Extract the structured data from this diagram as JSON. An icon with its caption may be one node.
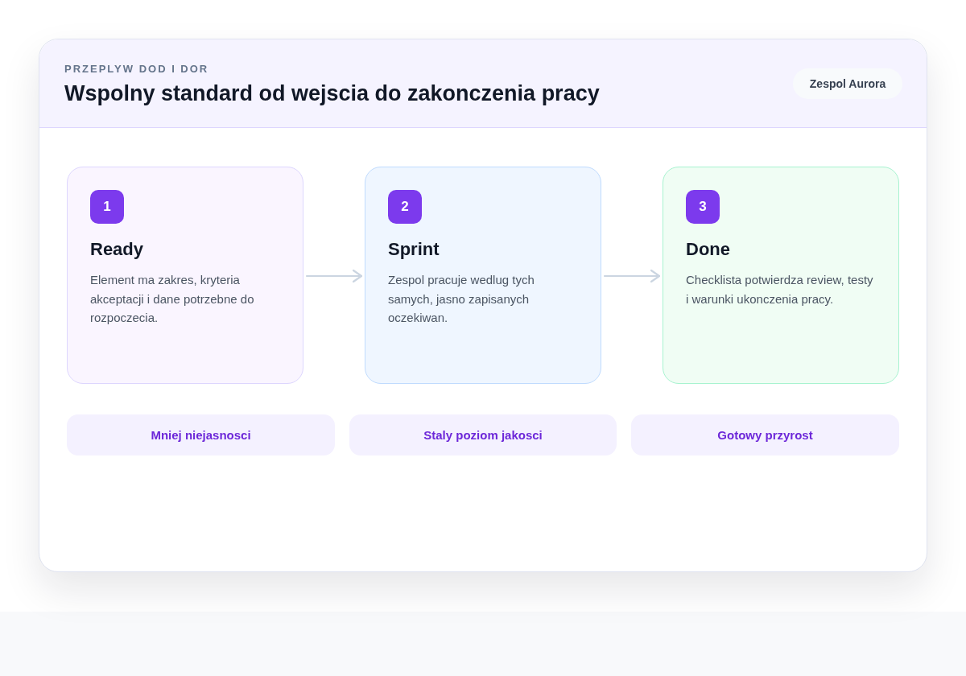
{
  "diagram": {
    "title": "Wspolny standard od wejscia do zakonczenia pracy",
    "nodes": [
      {
        "text": [
          "Zespol Aurora"
        ]
      },
      {
        "text": [
          "Ready",
          "Element ma zakres, kryteria akceptacji i dane potrzebne do rozpoczecia."
        ]
      },
      {
        "text": [
          "1"
        ],
        "in": 1
      },
      {
        "text": [
          "Sprint",
          "Zespol pracuje wedlug tych samych, jasno zapisanych oczekiwan."
        ]
      },
      {
        "text": [
          "2"
        ],
        "in": 3
      },
      {
        "text": [
          "Done",
          "Checklista potwierdza review, testy i warunki ukonczenia pracy."
        ]
      },
      {
        "text": [
          "3"
        ],
        "in": 5
      },
      {
        "text": [
          "Mniej niejasnosci"
        ]
      },
      {
        "text": [
          "Staly poziom jakosci"
        ]
      },
      {
        "text": [
          "Gotowy przyrost"
        ]
      }
    ],
    "edges": [
      {
        "from": 1,
        "to": 3,
        "arrow": "to"
      },
      {
        "from": 3,
        "to": 5,
        "arrow": "to"
      }
    ],
    "labels": [
      "PRZEPLYW DOD I DOR"
    ]
  }
}
